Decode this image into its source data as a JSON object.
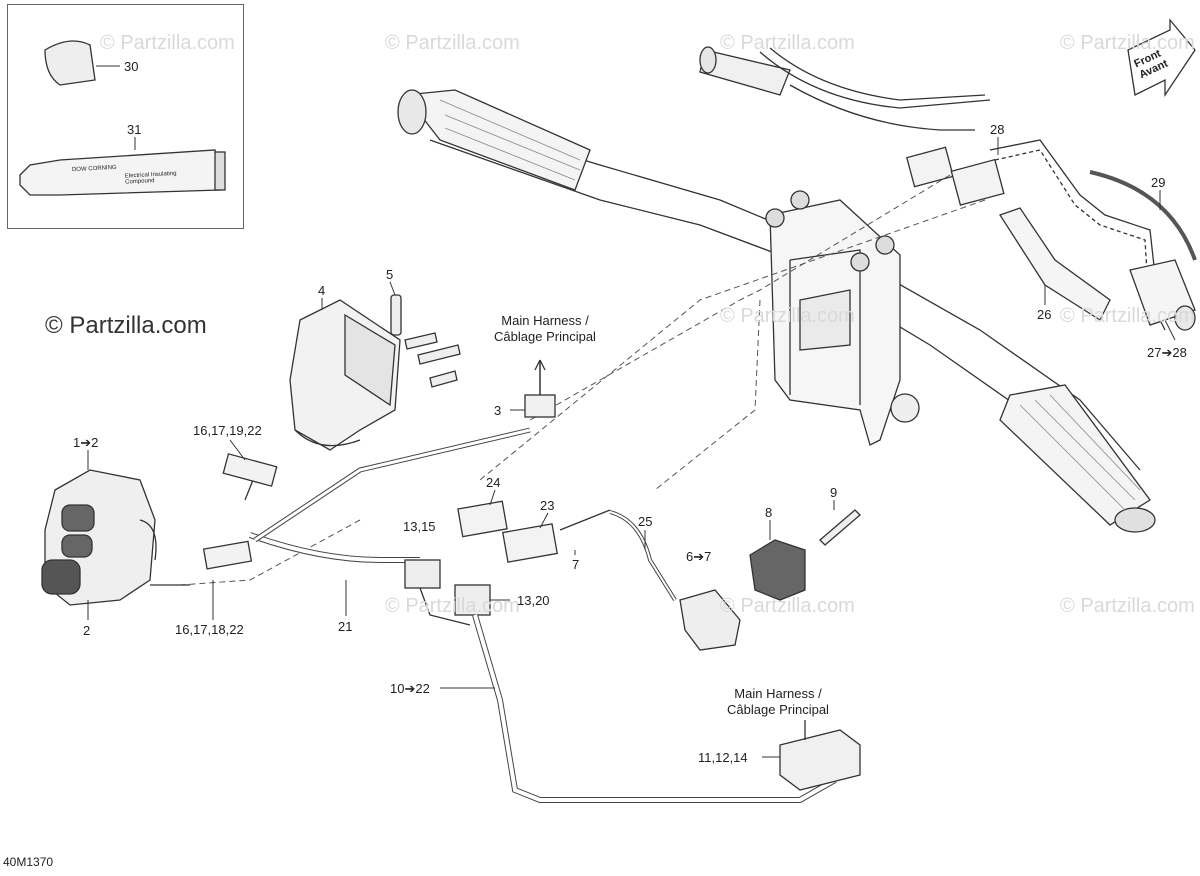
{
  "diagram": {
    "watermark": "Partzilla.com",
    "copyright_symbol": "©",
    "figure_code": "40M1370",
    "front_arrow": {
      "line1": "Front",
      "line2": "Avant"
    },
    "main_harness": {
      "line1": "Main Harness /",
      "line2": "Câblage Principal"
    },
    "tube_text": {
      "brand": "DOW CORNING",
      "product": "Electrical Insulating Compound"
    },
    "callouts": {
      "c30": "30",
      "c31": "31",
      "c4": "4",
      "c5": "5",
      "c3": "3",
      "c1to2": "1➔2",
      "c2": "2",
      "c16a": "16,17,19,22",
      "c16b": "16,17,18,22",
      "c21": "21",
      "c24": "24",
      "c23": "23",
      "c7": "7",
      "c25": "25",
      "c13a": "13,15",
      "c13b": "13,20",
      "c6to7": "6➔7",
      "c8": "8",
      "c9": "9",
      "c10to22": "10➔22",
      "c11": "11,12,14",
      "c26": "26",
      "c27to28": "27➔28",
      "c28": "28",
      "c29": "29"
    }
  }
}
